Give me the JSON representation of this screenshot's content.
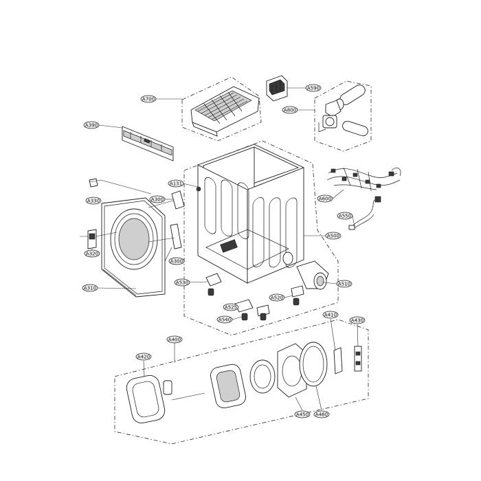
{
  "labels": {
    "A700": "A700",
    "A590": "A590",
    "A800": "A800",
    "A390": "A390",
    "A131": "A131",
    "A330": "A330",
    "A300_top": "A300",
    "A300_bottom": "A300",
    "A600": "A600",
    "A550": "A550",
    "A500": "A500",
    "A320": "A320",
    "A310": "A310",
    "A530": "A530",
    "A510": "A510",
    "A520": "A520",
    "A525": "A525",
    "A540": "A540",
    "A410": "A410",
    "A430": "A430",
    "A400": "A400",
    "A420": "A420",
    "A450": "A450",
    "A460": "A460"
  }
}
